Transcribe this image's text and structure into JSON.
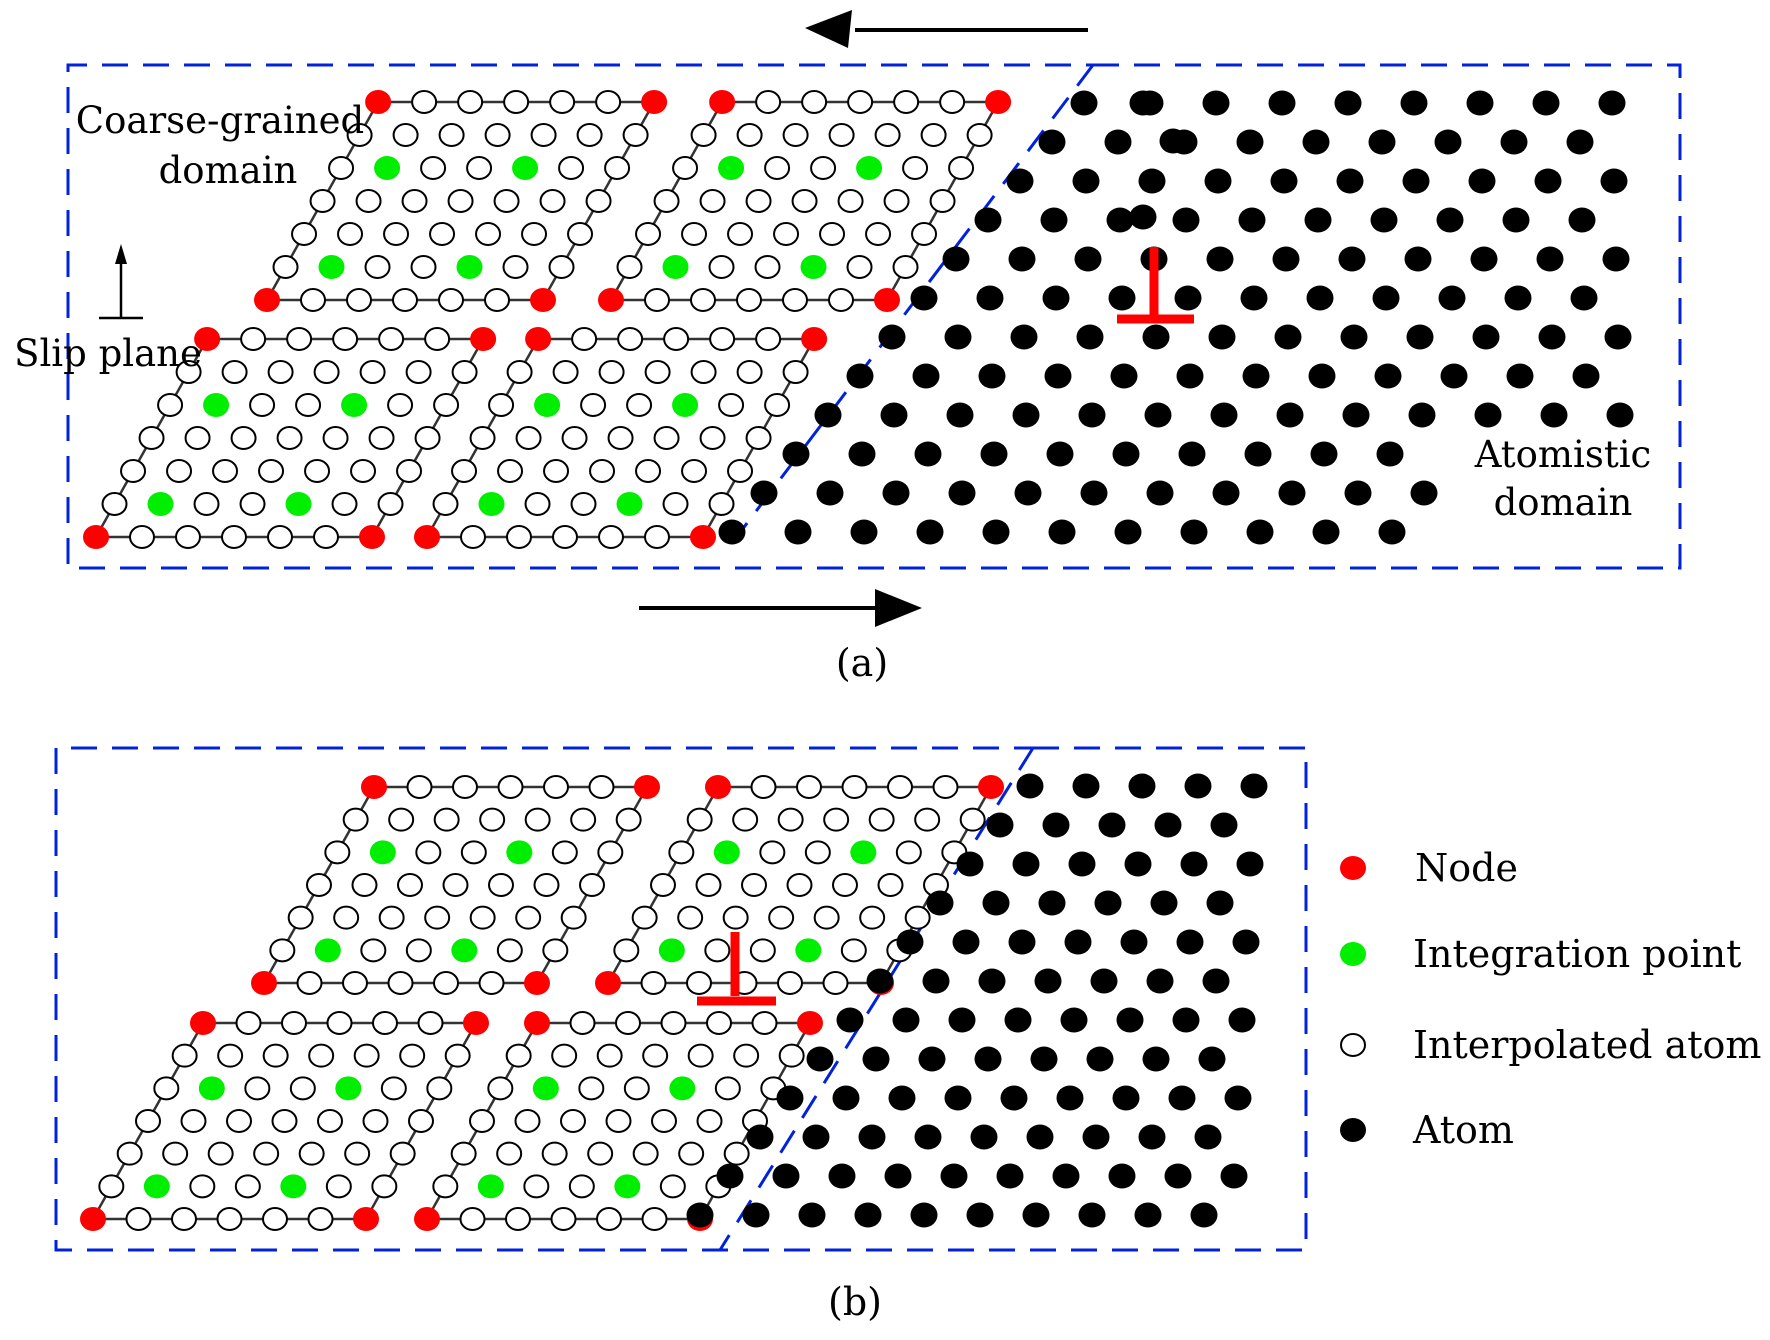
{
  "colors": {
    "node": "#ff0000",
    "integration_point": "#00ee00",
    "interpolated_atom_fill": "#ffffff",
    "atom": "#000000",
    "boundary": "#0022dd",
    "element_edge": "#333333",
    "dislocation": "#ff0000",
    "arrow": "#000000"
  },
  "panel_a": {
    "caption": "(a)",
    "coarse_label_line1": "Coarse-grained",
    "coarse_label_line2": "domain",
    "atomistic_label_line1": "Atomistic",
    "atomistic_label_line2": "domain",
    "slip_plane_label": "Slip plane",
    "dislocation_symbol": "edge-dislocation-icon",
    "shear_arrows": [
      "arrow-left-icon",
      "arrow-right-icon"
    ]
  },
  "panel_b": {
    "caption": "(b)",
    "dislocation_symbol": "edge-dislocation-icon"
  },
  "legend": {
    "items": [
      {
        "label": "Node",
        "icon": "red-dot-icon"
      },
      {
        "label": "Integration point",
        "icon": "green-dot-icon"
      },
      {
        "label": "Interpolated atom",
        "icon": "open-circle-icon"
      },
      {
        "label": "Atom",
        "icon": "black-dot-icon"
      }
    ]
  }
}
